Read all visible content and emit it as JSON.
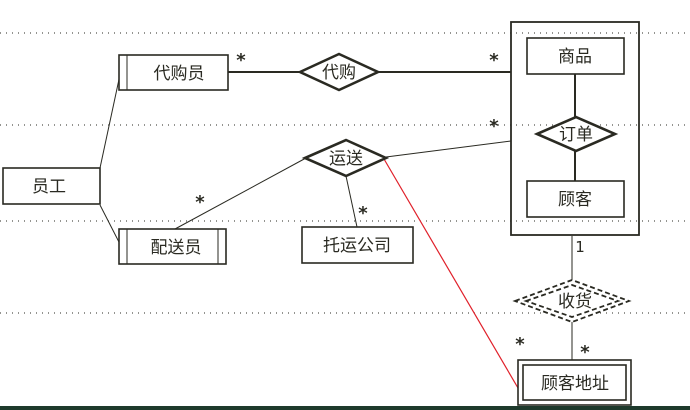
{
  "entities": {
    "employee": "员工",
    "purchasing_agent": "代购员",
    "delivery_person": "配送员",
    "shipping_company": "托运公司",
    "product": "商品",
    "customer": "顾客",
    "customer_address": "顾客地址"
  },
  "relationships": {
    "purchase": "代购",
    "delivery": "运送",
    "order": "订单",
    "receive": "收货"
  },
  "multiplicities": {
    "many": "*",
    "one": "1"
  },
  "colors": {
    "line": "#2a2a22",
    "highlight_line": "#e0202a",
    "bottom_bar": "#1e3a2c"
  }
}
